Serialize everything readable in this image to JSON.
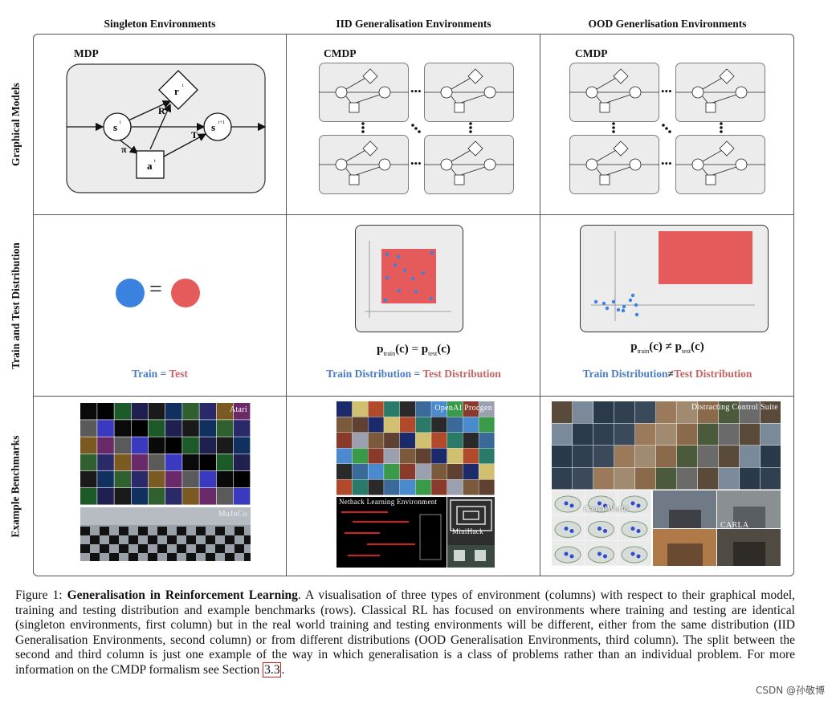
{
  "columns": [
    "Singleton Environments",
    "IID Generalisation Environments",
    "OOD Generlisation Environments"
  ],
  "rows": [
    "Graphical Models",
    "Train and Test Distribution",
    "Example Benchmarks"
  ],
  "graphical_models": {
    "mdp_title": "MDP",
    "cmdp_title": "CMDP",
    "cmdp_title_ood": "CMDP",
    "nodes": {
      "state": "s",
      "state_sup": "t",
      "next_state": "s",
      "next_state_sup": "t+1",
      "reward": "r",
      "reward_sup": "t",
      "action": "a",
      "action_sup": "t"
    },
    "edges": {
      "reward_fn": "R",
      "transition_fn": "T",
      "policy": "π"
    },
    "ellipsis": "•••"
  },
  "distributions": {
    "singleton_eq": "=",
    "singleton_train": "Train",
    "singleton_equals": "=",
    "singleton_test": "Test",
    "iid_formula": {
      "p": "p",
      "train": "train",
      "arg": "(c)",
      "eq": "=",
      "test": "test"
    },
    "iid_train": "Train Distribution",
    "iid_equals": "=",
    "iid_test": "Test Distribution",
    "ood_formula": {
      "p": "p",
      "train": "train",
      "arg": "(c)",
      "neq": "≠",
      "test": "test"
    },
    "ood_train": "Train Distribution",
    "ood_neq": "≠",
    "ood_test": "Test Distribution",
    "colors": {
      "train": "#3b82e0",
      "test": "#e55a5a",
      "label_train": "#4a7ec0",
      "label_test": "#c26565"
    }
  },
  "benchmarks": {
    "atari": "Atari",
    "mujoco": "MuJoCo",
    "procgen": "OpenAI Procgen",
    "nethack": "Nethack Learning Environment",
    "minihack": "MiniHack",
    "distracting": "Distracting Control Suite",
    "causalworld": "CausalWorld",
    "carla": "CARLA"
  },
  "caption": {
    "prefix": "Figure 1: ",
    "bold": "Generalisation in Reinforcement Learning",
    "body": ". A visualisation of three types of environment (columns) with respect to their graphical model, training and testing distribution and example benchmarks (rows). Classical RL has focused on environments where training and testing are identical (singleton environments, first column) but in the real world training and testing environments will be different, either from the same distribution (IID Generalisation Environments, second column) or from different distributions (OOD Generalisation Environments, third column). The split between the second and third column is just one example of the way in which generalisation is a class of problems rather than an individual problem. For more information on the CMDP formalism see Section ",
    "ref": "3.3",
    "end": "."
  },
  "watermark": "CSDN @孙敬博"
}
